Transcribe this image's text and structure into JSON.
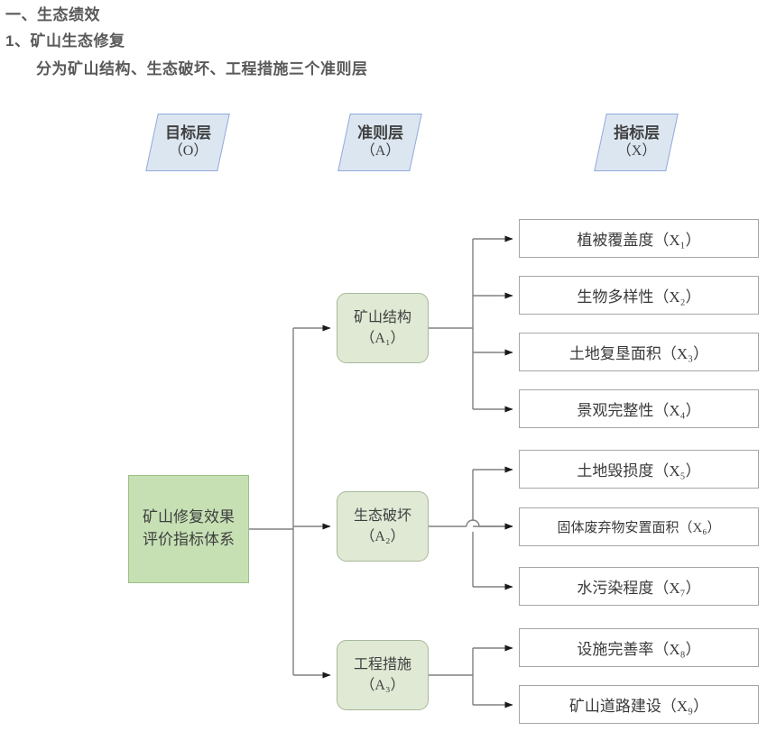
{
  "heading": {
    "line1": "一、生态绩效",
    "line2": "1、矿山生态修复",
    "line3": "分为矿山结构、生态破坏、工程措施三个准则层"
  },
  "layer_tags": [
    {
      "name": "goal-layer",
      "title": "目标层",
      "code": "（O）"
    },
    {
      "name": "criterion-layer",
      "title": "准则层",
      "code": "（A）"
    },
    {
      "name": "indicator-layer",
      "title": "指标层",
      "code": "（X）"
    }
  ],
  "goal": {
    "label": "矿山修复效果评价指标体系"
  },
  "criteria": [
    {
      "id": "A1",
      "label": "矿山结构",
      "code": "（A₁）"
    },
    {
      "id": "A2",
      "label": "生态破坏",
      "code": "（A₂）"
    },
    {
      "id": "A3",
      "label": "工程措施",
      "code": "（A₃）"
    }
  ],
  "indicators": [
    {
      "id": "X1",
      "parent": "A1",
      "label": "植被覆盖度（X₁）"
    },
    {
      "id": "X2",
      "parent": "A1",
      "label": "生物多样性（X₂）"
    },
    {
      "id": "X3",
      "parent": "A1",
      "label": "土地复垦面积（X₃）"
    },
    {
      "id": "X4",
      "parent": "A1",
      "label": "景观完整性（X₄）"
    },
    {
      "id": "X5",
      "parent": "A2",
      "label": "土地毁损度（X₅）"
    },
    {
      "id": "X6",
      "parent": "A2",
      "label": "固体废弃物安置面积（X₆）"
    },
    {
      "id": "X7",
      "parent": "A2",
      "label": "水污染程度（X₇）"
    },
    {
      "id": "X8",
      "parent": "A3",
      "label": "设施完善率（X₈）"
    },
    {
      "id": "X9",
      "parent": "A3",
      "label": "矿山道路建设（X₉）"
    }
  ],
  "colors": {
    "goal_fill": "#c6e0b4",
    "goal_border": "#9dbf84",
    "criterion_fill": "#dfe9d4",
    "criterion_border": "#a8b89a",
    "indicator_fill": "#ffffff",
    "indicator_border": "#a6a6a6",
    "layer_tag_fill": "#dce6f1",
    "layer_tag_border": "#8faadc",
    "connector": "#808080",
    "heading_text": "#595959"
  }
}
